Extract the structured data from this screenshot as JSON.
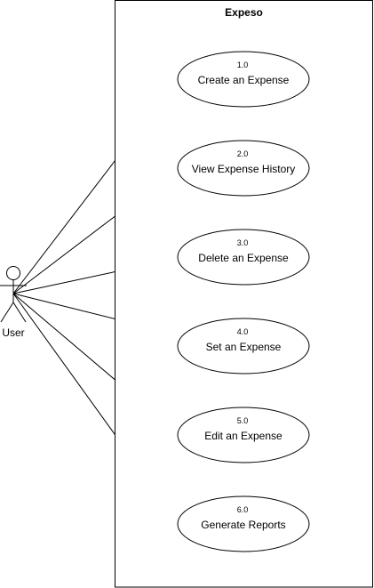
{
  "system": {
    "title": "Expeso"
  },
  "actor": {
    "label": "User"
  },
  "use_cases": [
    {
      "number": "1.0",
      "label": "Create an Expense"
    },
    {
      "number": "2.0",
      "label": "View Expense History"
    },
    {
      "number": "3.0",
      "label": "Delete an Expense"
    },
    {
      "number": "4.0",
      "label": "Set an Expense"
    },
    {
      "number": "5.0",
      "label": "Edit an Expense"
    },
    {
      "number": "6.0",
      "label": "Generate Reports"
    }
  ],
  "colors": {
    "stroke": "#000000",
    "fill": "#ffffff",
    "text": "#000000"
  }
}
